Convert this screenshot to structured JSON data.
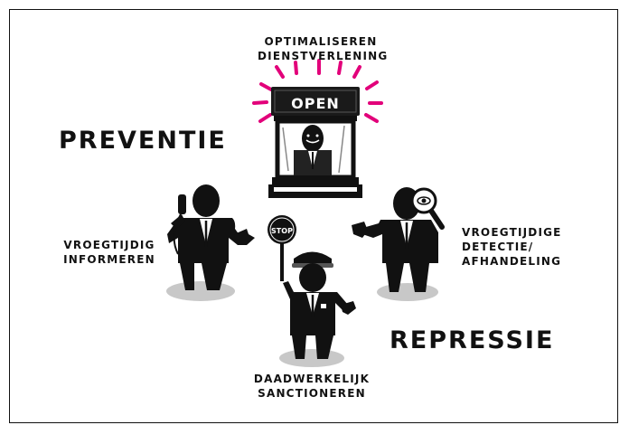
{
  "colors": {
    "accent": "#e2007a",
    "ink": "#111111",
    "shadow": "#c8c8c8"
  },
  "icons": [
    "phone-icon",
    "stop-sign-icon",
    "magnifier-icon",
    "open-sign-icon"
  ],
  "labels": {
    "top": [
      "OPTIMALISEREN",
      "DIENSTVERLENING"
    ],
    "preventie": "PREVENTIE",
    "repressie": "REPRESSIE",
    "left": [
      "VROEGTIJDIG",
      "INFORMEREN"
    ],
    "right": [
      "VROEGTIJDIGE",
      "DETECTIE/",
      "AFHANDELING"
    ],
    "bottom": [
      "DAADWERKELIJK",
      "SANCTIONEREN"
    ],
    "open_sign": "OPEN",
    "stop_sign": "STOP"
  }
}
